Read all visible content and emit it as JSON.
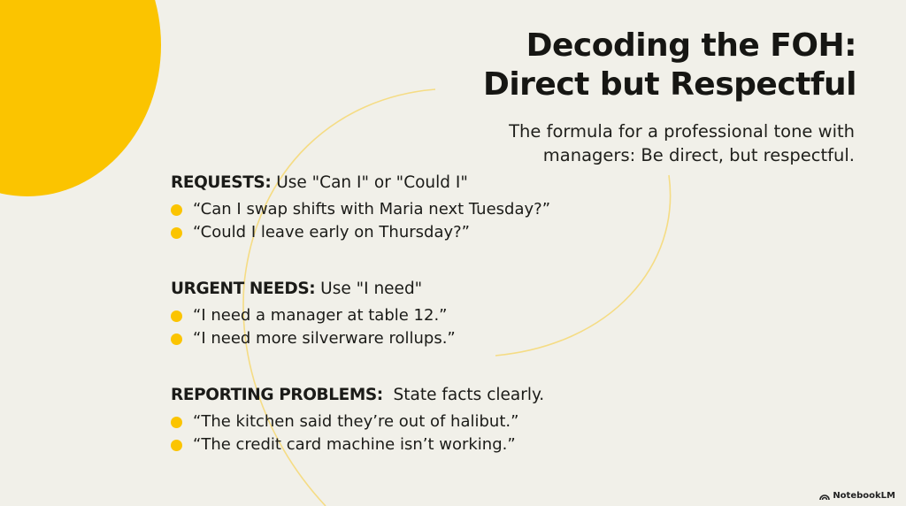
{
  "slide": {
    "title_line1": "Decoding the FOH:",
    "title_line2": "Direct but Respectful",
    "subtitle_line1": "The formula for a professional tone with",
    "subtitle_line2": "managers: Be direct, but respectful.",
    "sections": [
      {
        "label": "REQUESTS:",
        "rule": " Use \"Can I\" or \"Could I\"",
        "items": [
          "“Can I swap shifts with Maria next Tuesday?”",
          "“Could I leave early on Thursday?”"
        ]
      },
      {
        "label": "URGENT NEEDS:",
        "rule": " Use \"I need\"",
        "items": [
          "“I need a manager at table 12.”",
          "“I need more silverware rollups.”"
        ]
      },
      {
        "label": "REPORTING PROBLEMS:",
        "rule": "  State facts clearly.",
        "items": [
          "“The kitchen said they’re out of halibut.”",
          "“The credit card machine isn’t working.”"
        ]
      }
    ]
  },
  "branding": {
    "icon": "notebooklm-logo-icon",
    "label": "NotebookLM"
  },
  "colors": {
    "background": "#f1f0e9",
    "accent": "#fbc400",
    "text": "#1b1b18"
  }
}
